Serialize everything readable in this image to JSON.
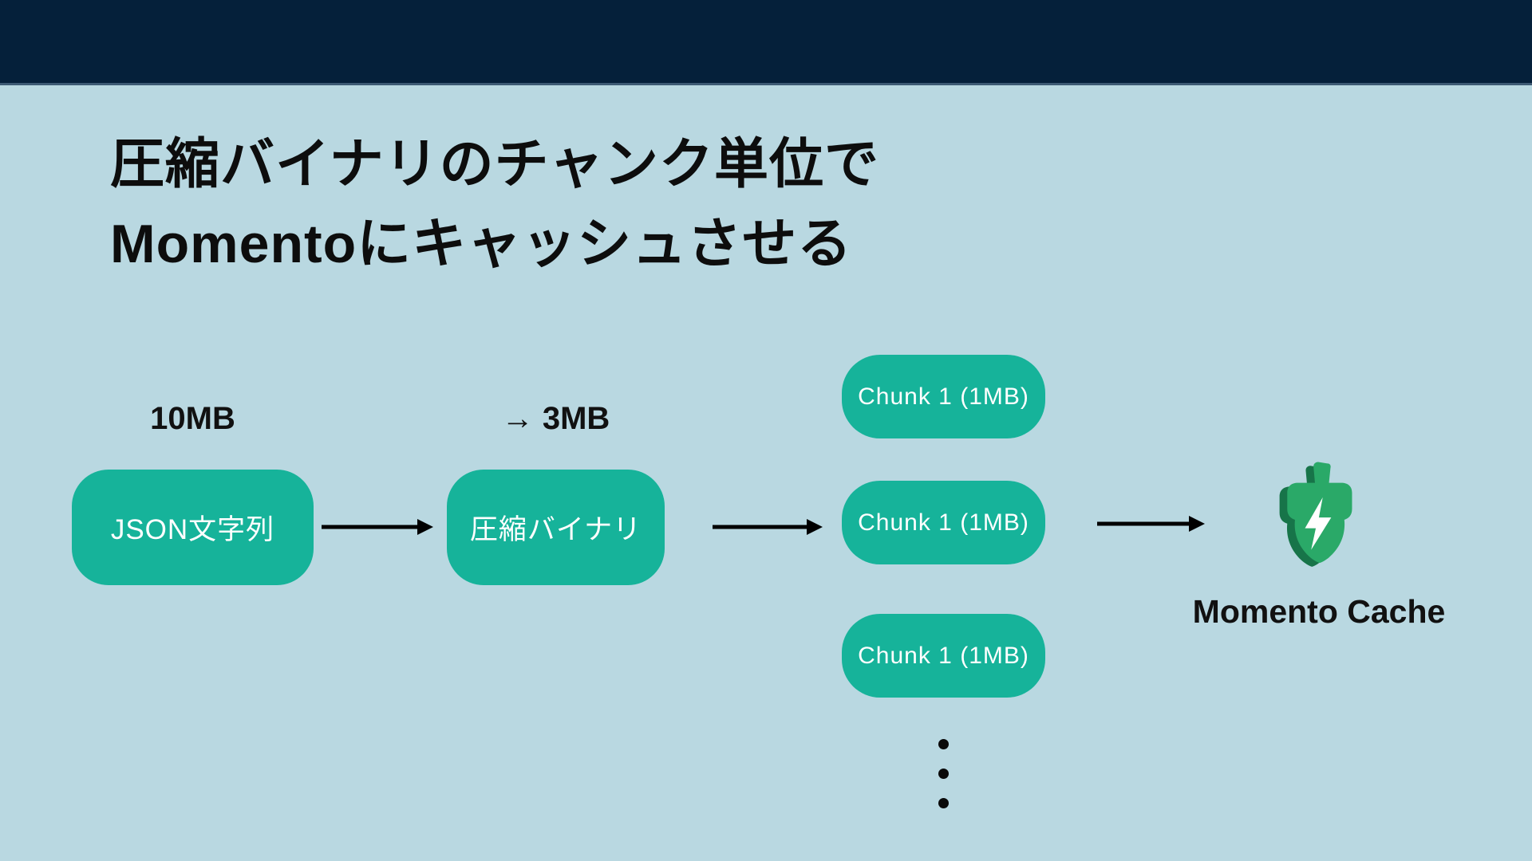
{
  "slide": {
    "title_line1": "圧縮バイナリのチャンク単位で",
    "title_line2": "Momentoにキャッシュさせる"
  },
  "flow": {
    "source_size_label": "10MB",
    "compressed_size_label": "→ 3MB",
    "source_node": "JSON文字列",
    "compressed_node": "圧縮バイナリ",
    "chunks": [
      {
        "label": "Chunk 1 (1MB)"
      },
      {
        "label": "Chunk 1 (1MB)"
      },
      {
        "label": "Chunk 1 (1MB)"
      }
    ],
    "destination_label": "Momento Cache"
  },
  "colors": {
    "header_bar": "#05203a",
    "header_edge": "#3d5a74",
    "background": "#b9d8e1",
    "node_fill": "#16b39a",
    "node_text": "#ffffff",
    "icon_green": "#2aa968",
    "icon_green_dark": "#177449",
    "arrow": "#000000",
    "title_text": "#0d0d0d"
  }
}
